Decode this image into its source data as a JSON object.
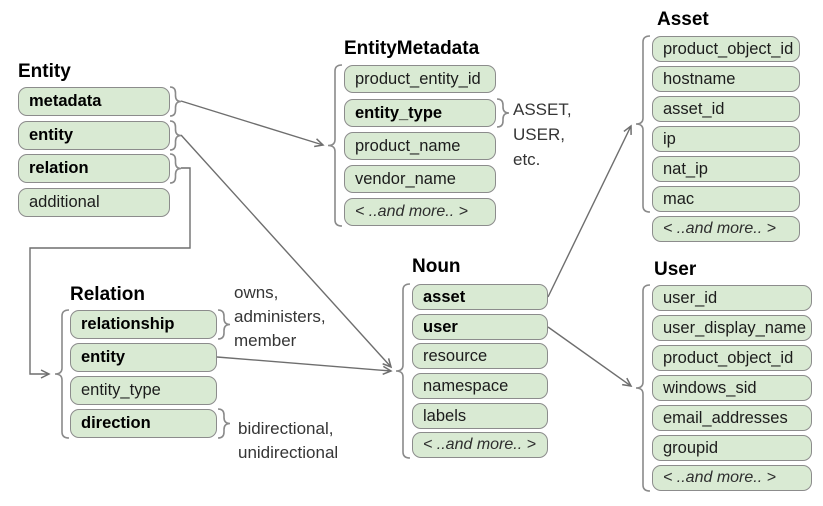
{
  "boxes": {
    "entity": {
      "title": "Entity",
      "fields": [
        "metadata",
        "entity",
        "relation",
        "additional"
      ]
    },
    "entity_metadata": {
      "title": "EntityMetadata",
      "fields": [
        "product_entity_id",
        "entity_type",
        "product_name",
        "vendor_name",
        "< ..and more.. >"
      ]
    },
    "asset": {
      "title": "Asset",
      "fields": [
        "product_object_id",
        "hostname",
        "asset_id",
        "ip",
        "nat_ip",
        "mac",
        "< ..and more.. >"
      ]
    },
    "noun": {
      "title": "Noun",
      "fields": [
        "asset",
        "user",
        "resource",
        "namespace",
        "labels",
        "< ..and more.. >"
      ]
    },
    "user": {
      "title": "User",
      "fields": [
        "user_id",
        "user_display_name",
        "product_object_id",
        "windows_sid",
        "email_addresses",
        "groupid",
        "< ..and more.. >"
      ]
    },
    "relation": {
      "title": "Relation",
      "fields": [
        "relationship",
        "entity",
        "entity_type",
        "direction"
      ]
    }
  },
  "annotations": {
    "entity_type_values": [
      "ASSET,",
      "USER,",
      "etc."
    ],
    "relationship_values": [
      "owns,",
      "administers,",
      "member"
    ],
    "direction_values": [
      "bidirectional,",
      "unidirectional"
    ]
  },
  "colors": {
    "field_fill": "#d9ead3",
    "field_border": "#8c8c8c",
    "connector": "#6e6e6e"
  }
}
